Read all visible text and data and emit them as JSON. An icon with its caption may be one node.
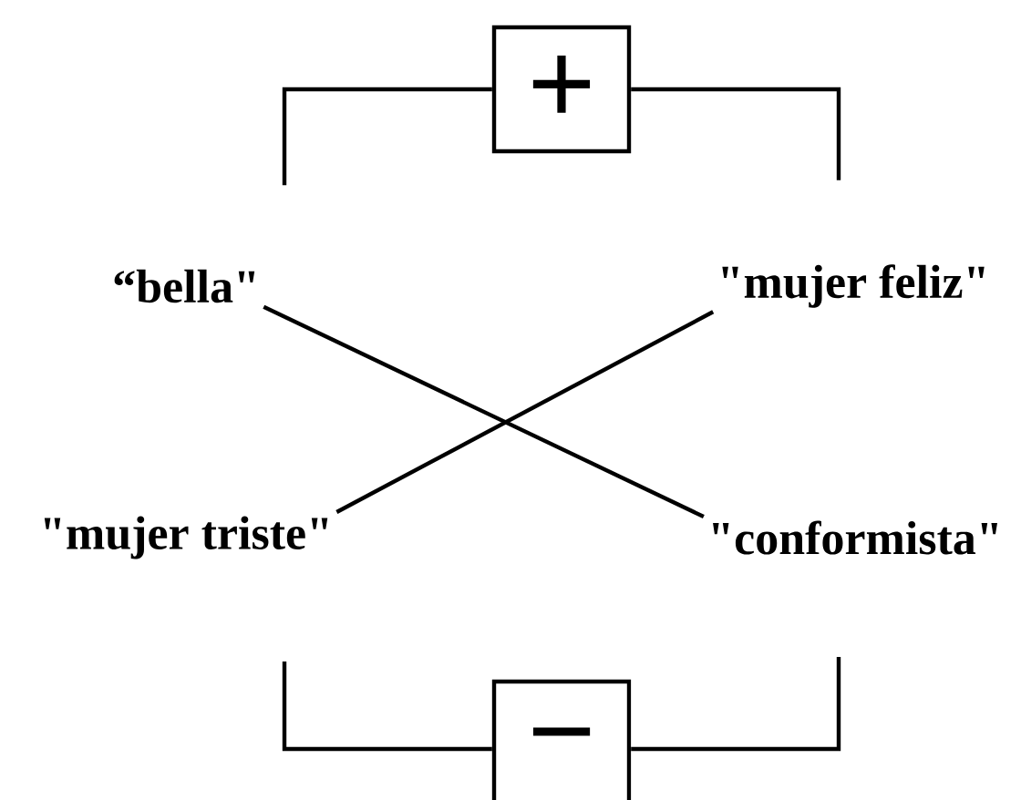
{
  "diagram": {
    "nodes": [
      {
        "text": [
          "“bella\""
        ]
      },
      {
        "text": [
          "\"mujer feliz\""
        ]
      },
      {
        "text": [
          "\"mujer triste\""
        ]
      },
      {
        "text": [
          "\"conformista\""
        ]
      },
      {
        "text": [
          "+"
        ]
      },
      {
        "text": [
          "−"
        ]
      }
    ],
    "edges": [
      {
        "from": 0,
        "to": 3,
        "arrow": "none"
      },
      {
        "from": 2,
        "to": 1,
        "arrow": "none"
      },
      {
        "from": 4,
        "to": 0,
        "arrow": "none"
      },
      {
        "from": 4,
        "to": 1,
        "arrow": "none"
      },
      {
        "from": 5,
        "to": 2,
        "arrow": "none"
      },
      {
        "from": 5,
        "to": 3,
        "arrow": "none"
      }
    ]
  }
}
